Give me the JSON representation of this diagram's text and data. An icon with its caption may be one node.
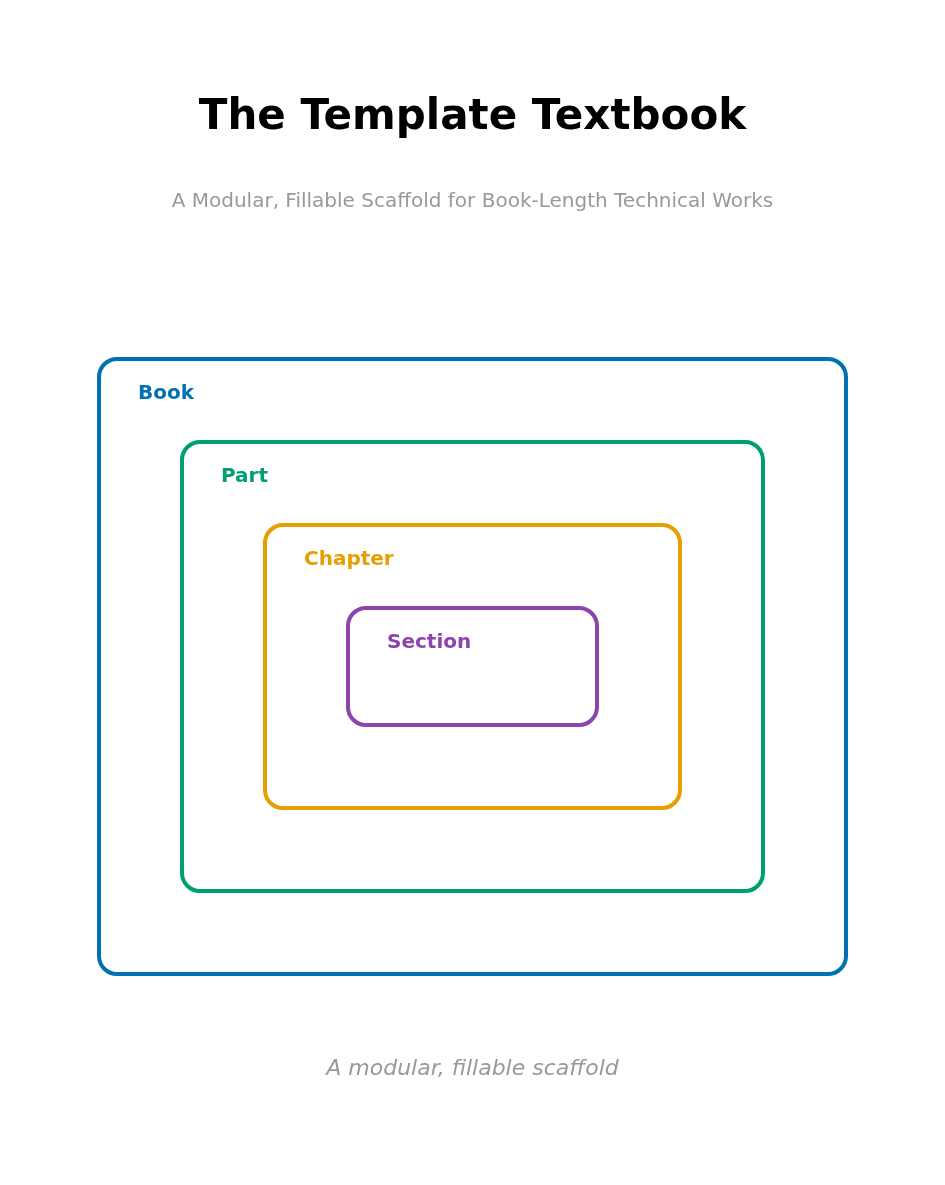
{
  "diagram": {
    "title": "The Template Textbook",
    "caption": "A modular, fillable scaffold",
    "nodes": [
      {
        "text": [
          "Book"
        ]
      },
      {
        "text": [
          "Part"
        ],
        "in": 0
      },
      {
        "text": [
          "Chapter"
        ],
        "in": 1
      },
      {
        "text": [
          "Section"
        ],
        "in": 2
      }
    ],
    "labels": [
      "A Modular, Fillable Scaffold for Book-Length Technical Works"
    ]
  }
}
